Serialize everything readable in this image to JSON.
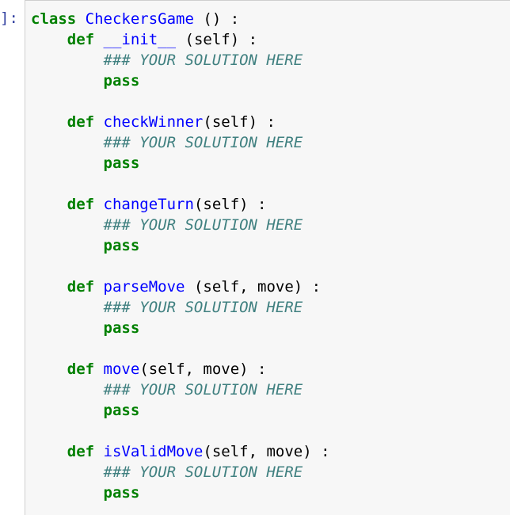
{
  "prompt": "]:",
  "colors": {
    "keyword": "#008000",
    "name": "#0000ff",
    "comment": "#408080",
    "prompt": "#303f9f",
    "cell_background": "#f7f7f7"
  },
  "code": {
    "class_keyword": "class",
    "class_name": "CheckersGame",
    "class_sig": " () :",
    "def_keyword": "def",
    "comment": "### YOUR SOLUTION HERE",
    "pass_keyword": "pass",
    "methods": [
      {
        "name": "__init__",
        "sig": " (self) :"
      },
      {
        "name": "checkWinner",
        "sig": "(self) :"
      },
      {
        "name": "changeTurn",
        "sig": "(self) :"
      },
      {
        "name": "parseMove",
        "sig": " (self, move) :"
      },
      {
        "name": "move",
        "sig": "(self, move) :"
      },
      {
        "name": "isValidMove",
        "sig": "(self, move) :"
      }
    ]
  }
}
